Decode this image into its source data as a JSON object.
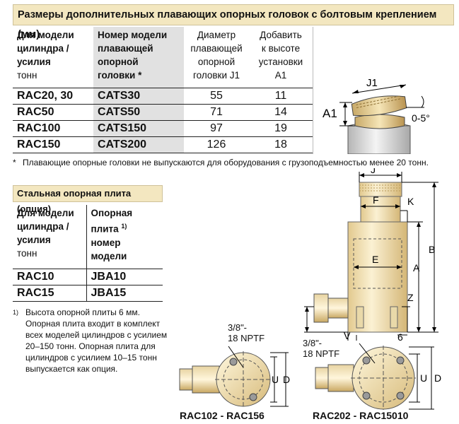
{
  "table1": {
    "title": "Размеры дополнительных плавающих опорных головок с болтовым креплением (мм)",
    "headers": {
      "col1": [
        "Для модели",
        "цилиндра /",
        "усилия",
        "тонн"
      ],
      "col2": [
        "Номер модели",
        "плавающей",
        "опорной",
        "головки *"
      ],
      "col3": [
        "Диаметр",
        "плавающей",
        "опорной",
        "головки J1"
      ],
      "col4": [
        "Добавить",
        "к высоте",
        "установки",
        "A1"
      ]
    },
    "rows": [
      {
        "model": "RAC20, 30",
        "part": "CATS30",
        "j1": "55",
        "a1": "11"
      },
      {
        "model": "RAC50",
        "part": "CATS50",
        "j1": "71",
        "a1": "14"
      },
      {
        "model": "RAC100",
        "part": "CATS150",
        "j1": "97",
        "a1": "19"
      },
      {
        "model": "RAC150",
        "part": "CATS200",
        "j1": "126",
        "a1": "18"
      }
    ],
    "footnote_mark": "*",
    "footnote": "Плавающие опорные головки не выпускаются для оборудования с грузоподъемностью менее 20 тонн."
  },
  "diagram1": {
    "j1": "J1",
    "a1": "A1",
    "angle": "0-5°"
  },
  "table2": {
    "title": "Стальная опорная плита (опция)",
    "headers": {
      "col1": [
        "Для модели",
        "цилиндра /",
        "усилия",
        "тонн"
      ],
      "col2_line1": "Опорная",
      "col2_line2": "плита",
      "col2_sup": "1)",
      "col2_line3": "номер",
      "col2_line4": "модели"
    },
    "rows": [
      {
        "model": "RAC10",
        "part": "JBA10"
      },
      {
        "model": "RAC15",
        "part": "JBA15"
      }
    ],
    "note_mark": "1)",
    "note_lines": [
      "Высота опорной плиты 6 мм.",
      "Опорная плита входит в комплект",
      "всех моделей цилиндров с усилием",
      "20–150 тонн. Опорная плита для",
      "цилиндров с усилием 10–15 тонн",
      "выпускается как опция."
    ]
  },
  "diagram2": {
    "J": "J",
    "F": "F",
    "K": "K",
    "B": "B",
    "A": "A",
    "E": "E",
    "Z": "Z",
    "V": "V",
    "six": "6",
    "thread_line1": "3/8\"-",
    "thread_line2": "18 NPTF",
    "U": "U",
    "D": "D",
    "caption_left": "RAC102 - RAC156",
    "caption_right": "RAC202 - RAC15010"
  }
}
